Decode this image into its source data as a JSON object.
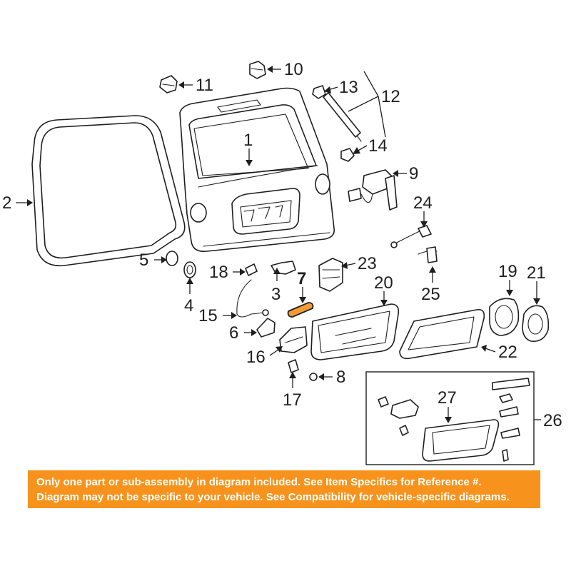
{
  "callouts": {
    "c1": "1",
    "c2": "2",
    "c3": "3",
    "c4": "4",
    "c5": "5",
    "c6": "6",
    "c7": "7",
    "c8": "8",
    "c9": "9",
    "c10": "10",
    "c11": "11",
    "c12": "12",
    "c13": "13",
    "c14": "14",
    "c15": "15",
    "c16": "16",
    "c17": "17",
    "c18": "18",
    "c19": "19",
    "c20": "20",
    "c21": "21",
    "c22": "22",
    "c23": "23",
    "c24": "24",
    "c25": "25",
    "c26": "26",
    "c27": "27"
  },
  "highlighted_part": "7",
  "notice": {
    "line1": "Only one part or sub-assembly in diagram included. See Item Specifics for Reference #.",
    "line2": "Diagram may not be specific to your vehicle. See Compatibility for vehicle-specific diagrams."
  },
  "colors": {
    "notice_bg": "#f7931d",
    "highlight": "#f29b34",
    "line": "#1f1f1f"
  }
}
